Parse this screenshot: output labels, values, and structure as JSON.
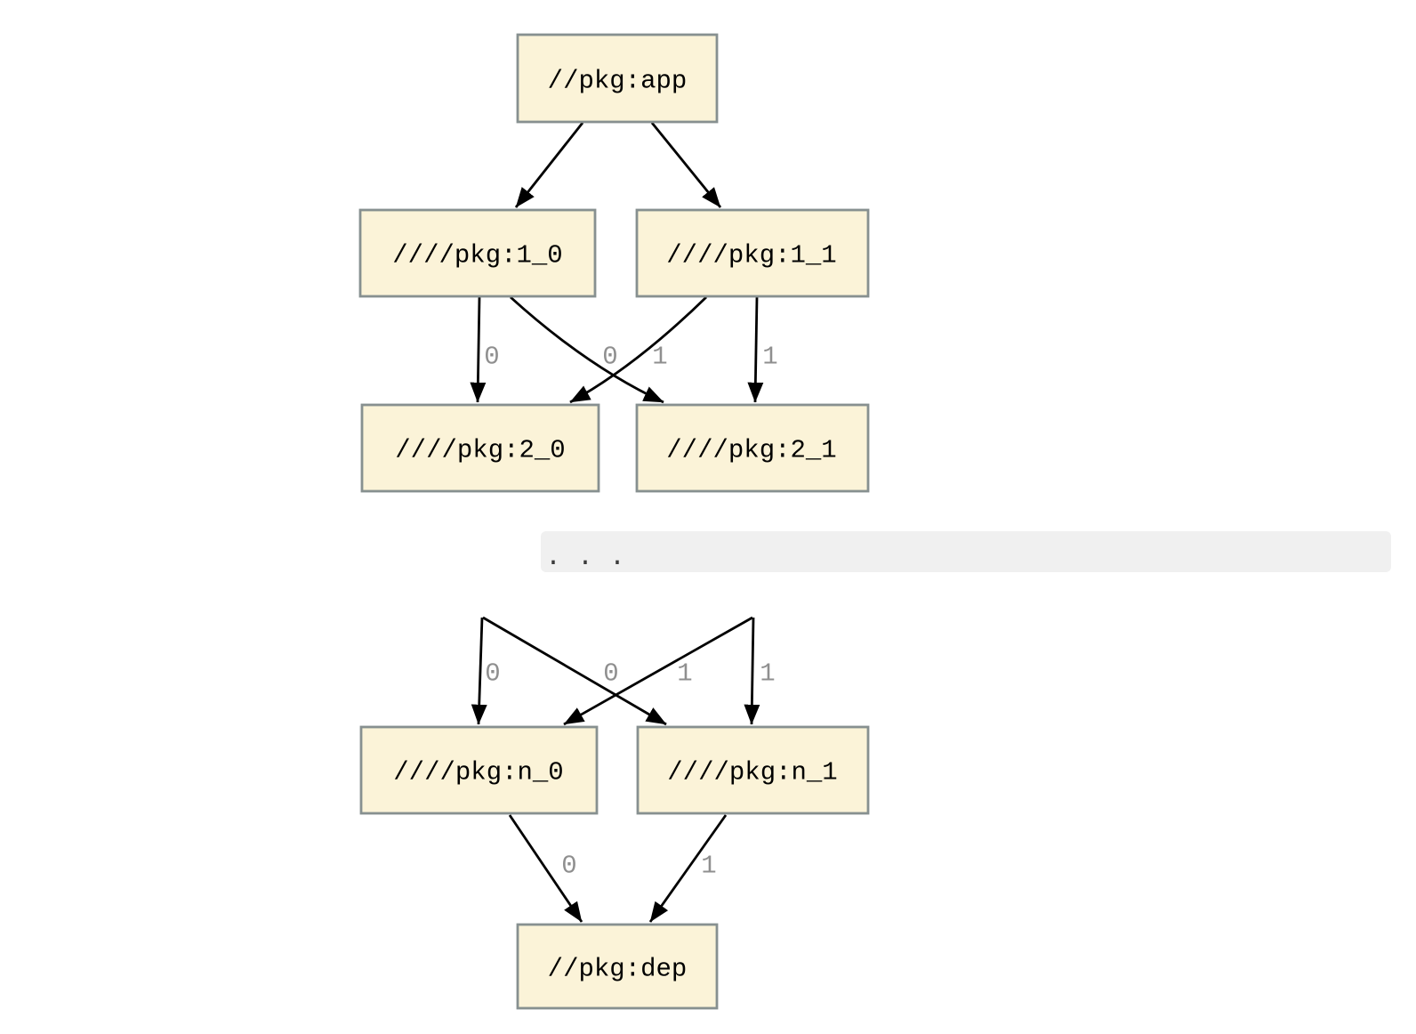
{
  "colors": {
    "node_fill": "#fbf3d8",
    "node_border": "#879090",
    "edge": "#000000",
    "edge_label": "#8f8f8f",
    "band_bg": "#f0f0f0",
    "ellipsis_dots": "#3b3b3b",
    "background": "#ffffff"
  },
  "diagram": {
    "type": "dependency-graph",
    "nodes": {
      "app": {
        "label": "//pkg:app"
      },
      "l1_0": {
        "label": "////pkg:1_0"
      },
      "l1_1": {
        "label": "////pkg:1_1"
      },
      "l2_0": {
        "label": "////pkg:2_0"
      },
      "l2_1": {
        "label": "////pkg:2_1"
      },
      "ln_0": {
        "label": "////pkg:n_0"
      },
      "ln_1": {
        "label": "////pkg:n_1"
      },
      "dep": {
        "label": "//pkg:dep"
      }
    },
    "ellipsis": ". . .",
    "edges": [
      {
        "from": "app",
        "to": "l1_0",
        "label": ""
      },
      {
        "from": "app",
        "to": "l1_1",
        "label": ""
      },
      {
        "from": "l1_0",
        "to": "l2_0",
        "label": "0"
      },
      {
        "from": "l1_0",
        "to": "l2_1",
        "label": "1"
      },
      {
        "from": "l1_1",
        "to": "l2_0",
        "label": "0"
      },
      {
        "from": "l1_1",
        "to": "l2_1",
        "label": "1"
      },
      {
        "from": "elided-left",
        "to": "ln_0",
        "label": "0"
      },
      {
        "from": "elided-left",
        "to": "ln_1",
        "label": "1"
      },
      {
        "from": "elided-right",
        "to": "ln_0",
        "label": "0"
      },
      {
        "from": "elided-right",
        "to": "ln_1",
        "label": "1"
      },
      {
        "from": "ln_0",
        "to": "dep",
        "label": "0"
      },
      {
        "from": "ln_1",
        "to": "dep",
        "label": "1"
      }
    ]
  }
}
